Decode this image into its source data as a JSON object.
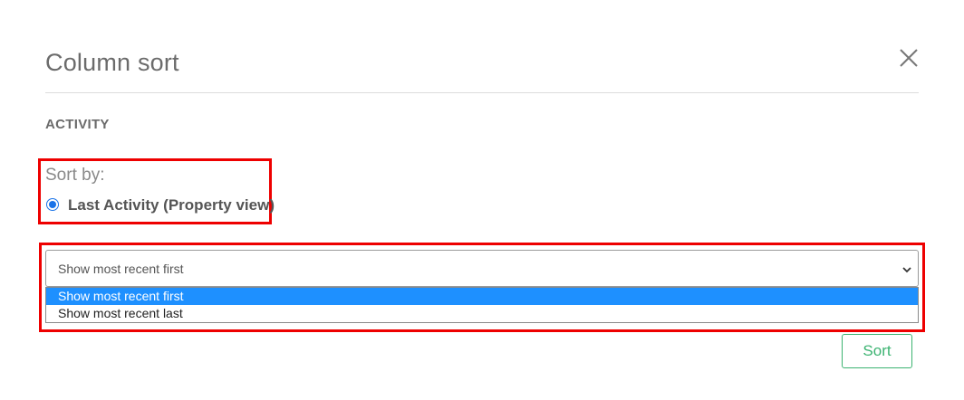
{
  "dialog": {
    "title": "Column sort",
    "close_icon": "close-icon"
  },
  "section": {
    "label": "ACTIVITY"
  },
  "sort_by": {
    "label": "Sort by:",
    "option_label": "Last Activity (Property view)",
    "checked": true
  },
  "order_select": {
    "value": "Show most recent first",
    "icon": "chevron-down-icon",
    "options": [
      "Show most recent first",
      "Show most recent last"
    ]
  },
  "actions": {
    "sort_label": "Sort"
  },
  "colors": {
    "highlight": "#ee0000",
    "accent_green": "#3cb371",
    "selected_option": "#1e90ff",
    "radio": "#1a73e8"
  }
}
